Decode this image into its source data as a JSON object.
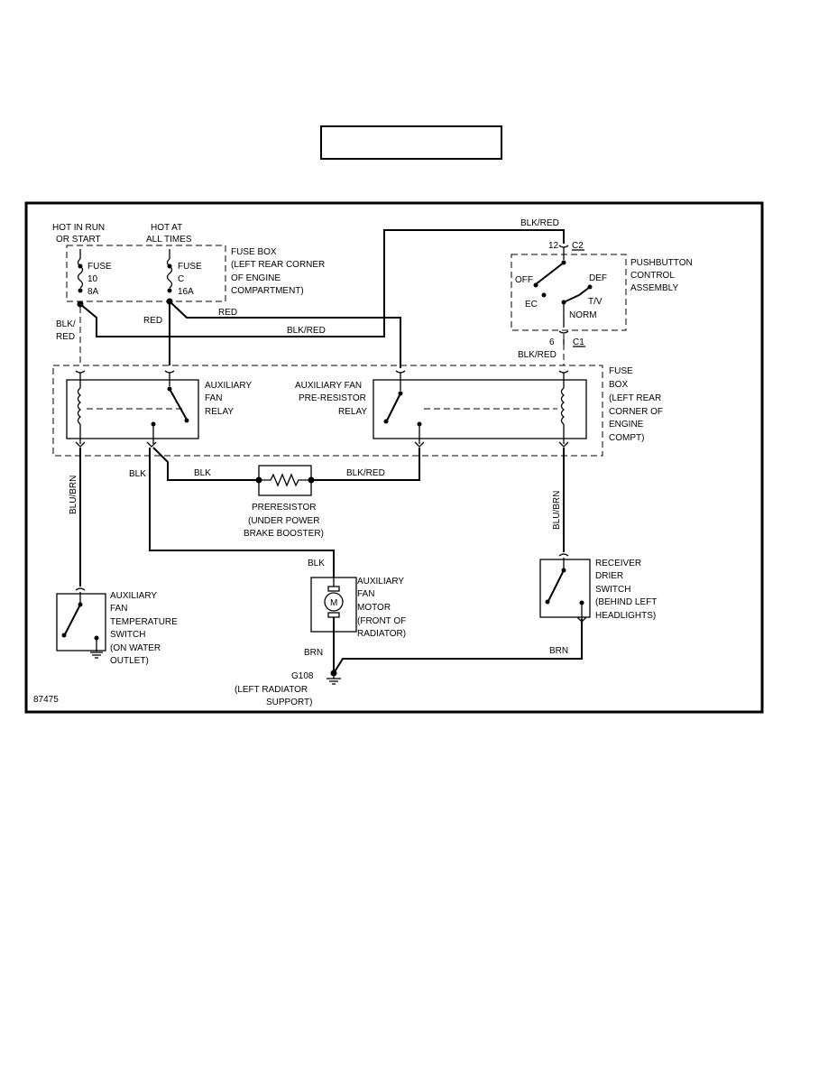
{
  "labels": {
    "hot_run_1": "HOT IN RUN",
    "hot_run_2": "OR START",
    "hot_at_1": "HOT  AT",
    "hot_at_2": "ALL TIMES",
    "fuse_10_1": "FUSE",
    "fuse_10_2": "10",
    "fuse_10_3": "8A",
    "fuse_c_1": "FUSE",
    "fuse_c_2": "C",
    "fuse_c_3": "16A",
    "fusebox_top_1": "FUSE BOX",
    "fusebox_top_2": "(LEFT REAR CORNER",
    "fusebox_top_3": "OF ENGINE",
    "fusebox_top_4": "COMPARTMENT)",
    "wire_blkred_top": "BLK/RED",
    "conn_12": "12",
    "conn_c2": "C2",
    "pb_1": "PUSHBUTTON",
    "pb_2": "CONTROL",
    "pb_3": "ASSEMBLY",
    "sw_off": "OFF",
    "sw_def": "DEF",
    "sw_ec": "EC",
    "sw_tv": "T/V",
    "sw_norm": "NORM",
    "conn_6": "6",
    "conn_c1": "C1",
    "wire_blkred_c1": "BLK/RED",
    "wire_red_1": "RED",
    "wire_red_2": "RED",
    "wire_blkred_mid": "BLK/RED",
    "wire_blk_red_left_1": "BLK/",
    "wire_blk_red_left_2": "RED",
    "fusebox_r_1": "FUSE",
    "fusebox_r_2": "BOX",
    "fusebox_r_3": "(LEFT REAR",
    "fusebox_r_4": "CORNER OF",
    "fusebox_r_5": "ENGINE",
    "fusebox_r_6": "COMPT)",
    "afr_1": "AUXILIARY",
    "afr_2": "FAN",
    "afr_3": "RELAY",
    "pre_relay_1": "AUXILIARY FAN",
    "pre_relay_2": "PRE-RESISTOR",
    "pre_relay_3": "RELAY",
    "wire_blk_1": "BLK",
    "wire_blk_2": "BLK",
    "wire_blkred_pre": "BLK/RED",
    "wire_blubrn_left": "BLU/BRN",
    "wire_blubrn_right": "BLU/BRN",
    "preresistor_1": "PRERESISTOR",
    "preresistor_2": "(UNDER POWER",
    "preresistor_3": "BRAKE BOOSTER)",
    "wire_blk_motor": "BLK",
    "motor_symbol": "M",
    "motor_1": "AUXILIARY",
    "motor_2": "FAN",
    "motor_3": "MOTOR",
    "motor_4": "(FRONT OF",
    "motor_5": "RADIATOR)",
    "rd_1": "RECEIVER",
    "rd_2": "DRIER",
    "rd_3": "SWITCH",
    "rd_4": "(BEHIND LEFT",
    "rd_5": "HEADLIGHTS)",
    "ts_1": "AUXILIARY",
    "ts_2": "FAN",
    "ts_3": "TEMPERATURE",
    "ts_4": "SWITCH",
    "ts_5": "(ON WATER",
    "ts_6": "OUTLET)",
    "wire_brn_motor": "BRN",
    "wire_brn_rd": "BRN",
    "ground_id": "G108",
    "ground_1": "(LEFT RADIATOR",
    "ground_2": "SUPPORT)",
    "figure_id": "87475"
  }
}
